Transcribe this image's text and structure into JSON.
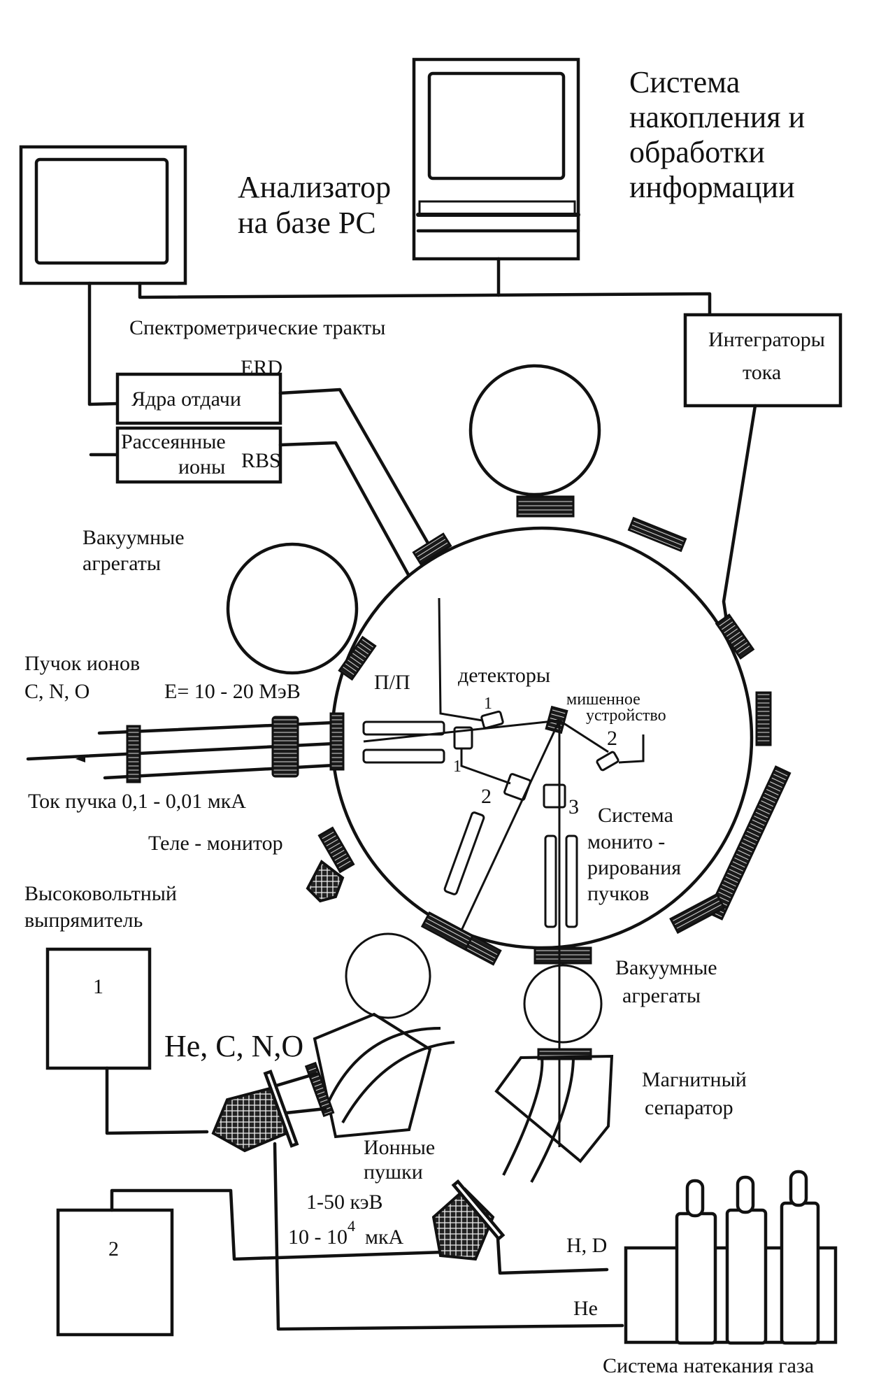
{
  "diagram": {
    "title": "Ion beam analysis setup (ERD / RBS)",
    "computers": {
      "analyzer": {
        "line1": "Анализатор",
        "line2": "на базе PC"
      },
      "acquisition": {
        "line1": "Система",
        "line2": "накопления и",
        "line3": "обработки",
        "line4": "информации"
      }
    },
    "spectrometry": {
      "heading": "Спектрометрические тракты",
      "erd_box": "Ядра отдачи",
      "erd_tag": "ERD",
      "rbs_box_line1": "Рассеянные",
      "rbs_box_line2": "ионы",
      "rbs_tag": "RBS"
    },
    "integrators": {
      "line1": "Интеграторы",
      "line2": "тока"
    },
    "vacuum_upper": {
      "line1": "Вакуумные",
      "line2": "агрегаты"
    },
    "beam": {
      "line1": "Пучок ионов",
      "species": "C, N, O",
      "energy": "E= 10 - 20 МэВ",
      "current": "Ток пучка  0,1 - 0,01 мкА"
    },
    "chamber": {
      "pp": "П/П",
      "detectors": "детекторы",
      "target_line1": "мишенное",
      "target_line2": "устройство",
      "det_labels": [
        "1",
        "1",
        "2",
        "2",
        "3"
      ]
    },
    "tv_monitor": "Теле - монитор",
    "beam_monitoring": {
      "line1": "Система",
      "line2": "монито -",
      "line3": "рирования",
      "line4": "пучков"
    },
    "hv_rectifier": {
      "line1": "Высоковольтный",
      "line2": "выпрямитель",
      "box1": "1",
      "box2": "2"
    },
    "vacuum_lower": {
      "line1": "Вакуумные",
      "line2": "агрегаты"
    },
    "magnetic_separator": {
      "line1": "Магнитный",
      "line2": "сепаратор"
    },
    "ion_guns": {
      "species": "He, C, N,O",
      "line1": "Ионные",
      "line2": "пушки",
      "energy": "1-50 кэВ",
      "current_base": "10 - 10",
      "current_exp": "4",
      "current_unit": "мкА"
    },
    "gas_system": {
      "hd": "H, D",
      "he": "He",
      "label": "Система натекания газа"
    }
  }
}
